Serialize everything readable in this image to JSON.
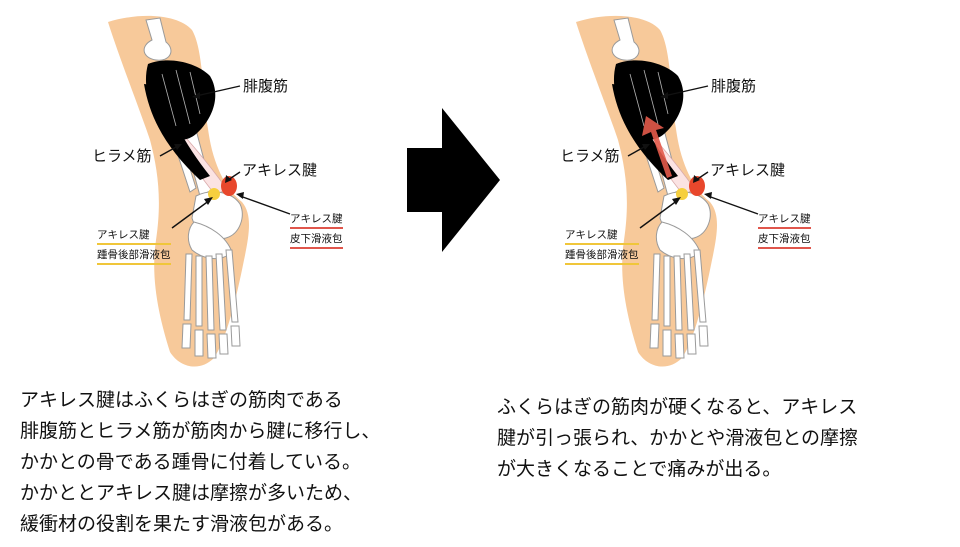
{
  "panels": {
    "left": {
      "labels": {
        "gastrocnemius": "腓腹筋",
        "soleus": "ヒラメ筋",
        "achilles": "アキレス腱",
        "subcutaneous_bursa_line1": "アキレス腱",
        "subcutaneous_bursa_line2": "皮下滑液包",
        "retrocalcaneal_bursa_line1": "アキレス腱",
        "retrocalcaneal_bursa_line2": "踵骨後部滑液包"
      },
      "caption": [
        "アキレス腱はふくらはぎの筋肉である",
        "腓腹筋とヒラメ筋が筋肉から腱に移行し、",
        "かかとの骨である踵骨に付着している。",
        "かかととアキレス腱は摩擦が多いため、",
        "緩衝材の役割を果たす滑液包がある。"
      ]
    },
    "right": {
      "labels": {
        "gastrocnemius": "腓腹筋",
        "soleus": "ヒラメ筋",
        "achilles": "アキレス腱",
        "subcutaneous_bursa_line1": "アキレス腱",
        "subcutaneous_bursa_line2": "皮下滑液包",
        "retrocalcaneal_bursa_line1": "アキレス腱",
        "retrocalcaneal_bursa_line2": "踵骨後部滑液包"
      },
      "caption": [
        "ふくらはぎの筋肉が硬くなると、アキレス",
        "腱が引っ張られ、かかとや滑液包との摩擦",
        "が大きくなることで痛みが出る。"
      ]
    }
  },
  "colors": {
    "skin": "#f7c99a",
    "bone": "#ffffff",
    "bone_stroke": "#9a9a9a",
    "muscle_normal": "#f3b6bb",
    "muscle_tight": "#a7284f",
    "tendon": "#fbe3e3",
    "subcutaneous_bursa": "#e8472c",
    "retrocalcaneal_bursa": "#f6cf3e",
    "pull_arrow": "#e35a4a",
    "transition_arrow": "#000000"
  }
}
